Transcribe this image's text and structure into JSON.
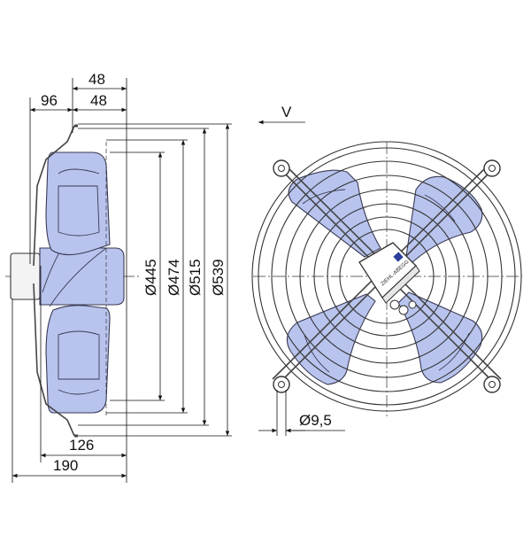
{
  "side_view": {
    "dimensions": {
      "top_48": "48",
      "left_96": "96",
      "inner_48": "48",
      "bottom_126": "126",
      "bottom_190": "190"
    },
    "diameters": {
      "d445": "Ø445",
      "d474": "Ø474",
      "d515": "Ø515",
      "d539": "Ø539"
    }
  },
  "front_view": {
    "airflow_label": "V",
    "hole_diameter": "Ø9,5",
    "brand_text": "ZIEHL-ABEGG"
  },
  "colors": {
    "blade_fill": "#b8c4ee",
    "line": "#111111"
  },
  "icon_names": [
    "airflow-arrow-icon",
    "brand-logo-icon"
  ]
}
